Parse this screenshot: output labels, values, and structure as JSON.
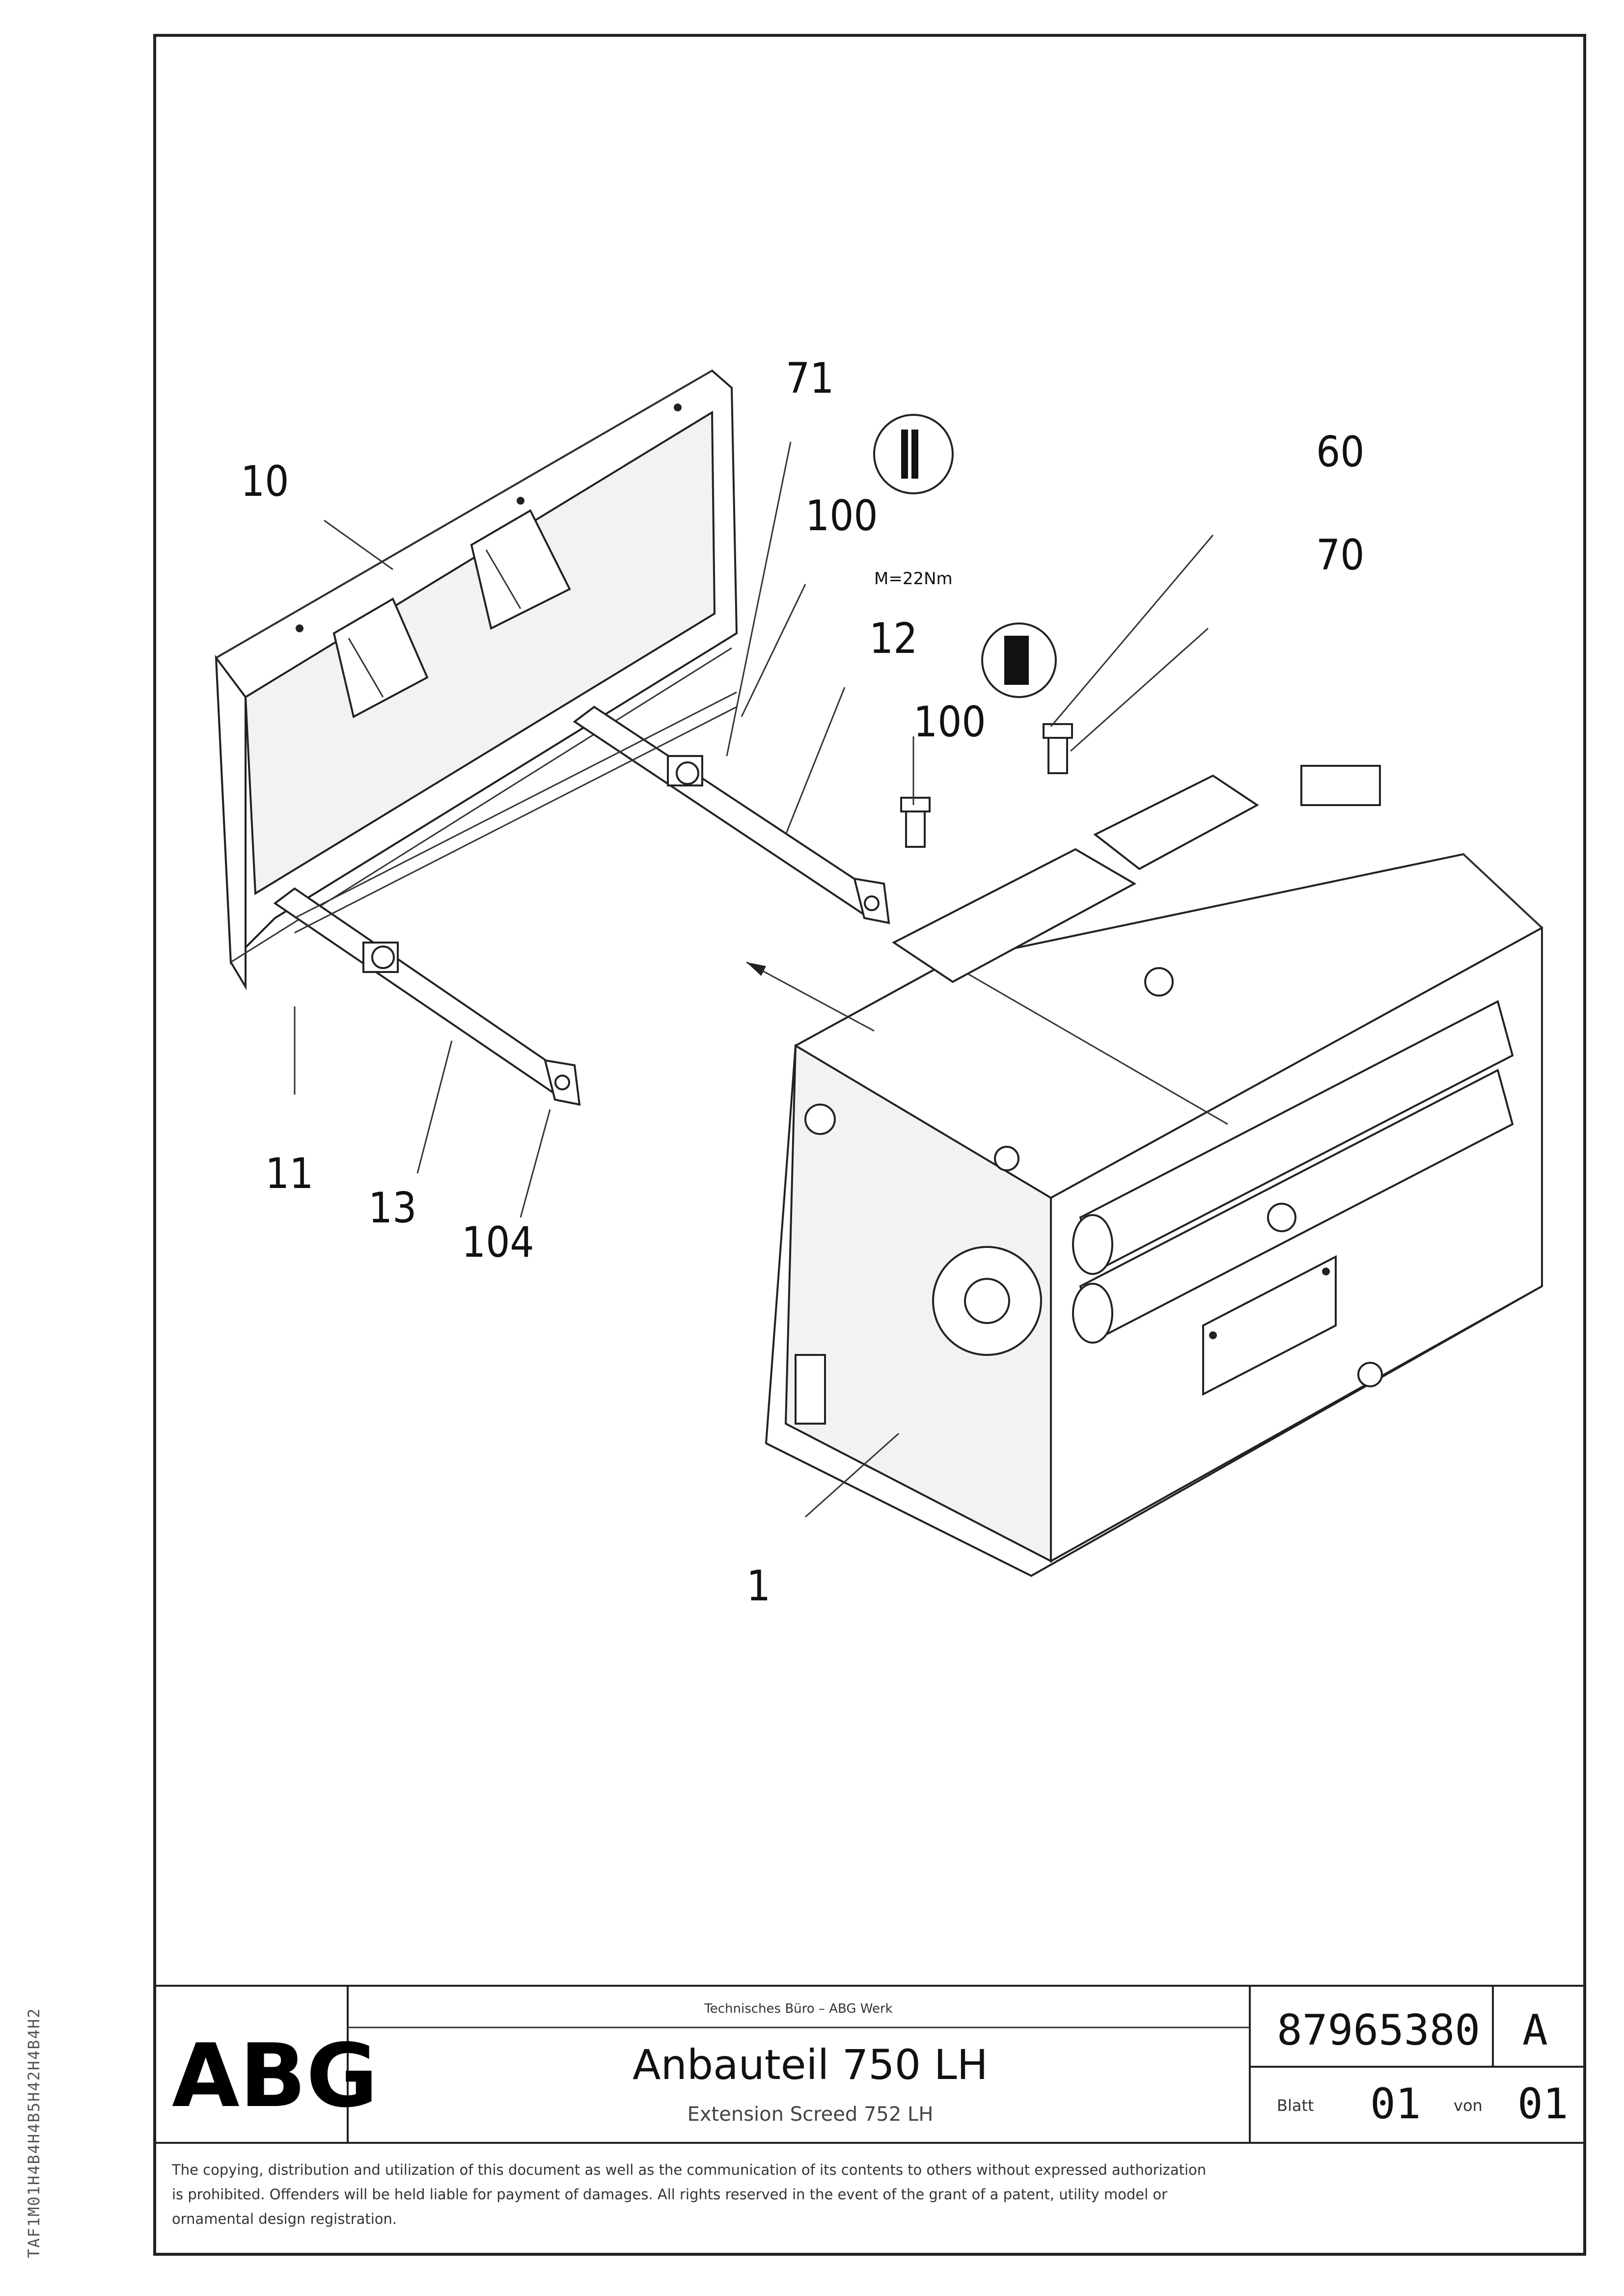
{
  "callouts": {
    "c71": "71",
    "c10": "10",
    "c100a": "100",
    "c12": "12",
    "c100b": "100",
    "c60": "60",
    "c70": "70",
    "c11": "11",
    "c13": "13",
    "c104": "104",
    "c1": "1"
  },
  "torque_note": "M=22Nm",
  "title_block": {
    "logo": "ABG",
    "header_note": "Technisches Büro – ABG Werk",
    "title": "Anbauteil 750 LH",
    "subtitle": "Extension Screed 752 LH",
    "drawing_number": "87965380",
    "revision": "A",
    "sheet_label": "Blatt",
    "sheet_value": "01",
    "of_label": "von",
    "of_value": "01"
  },
  "copyright_notice": [
    "The copying, distribution and utilization of this document as well as the communication of its contents to others without expressed authorization",
    "is prohibited. Offenders will be held liable for payment of damages. All rights reserved in the event of the grant of a patent, utility model or",
    "ornamental design registration."
  ],
  "side_code": "TAF1M01H4B4H4B5H42H4B4H2"
}
